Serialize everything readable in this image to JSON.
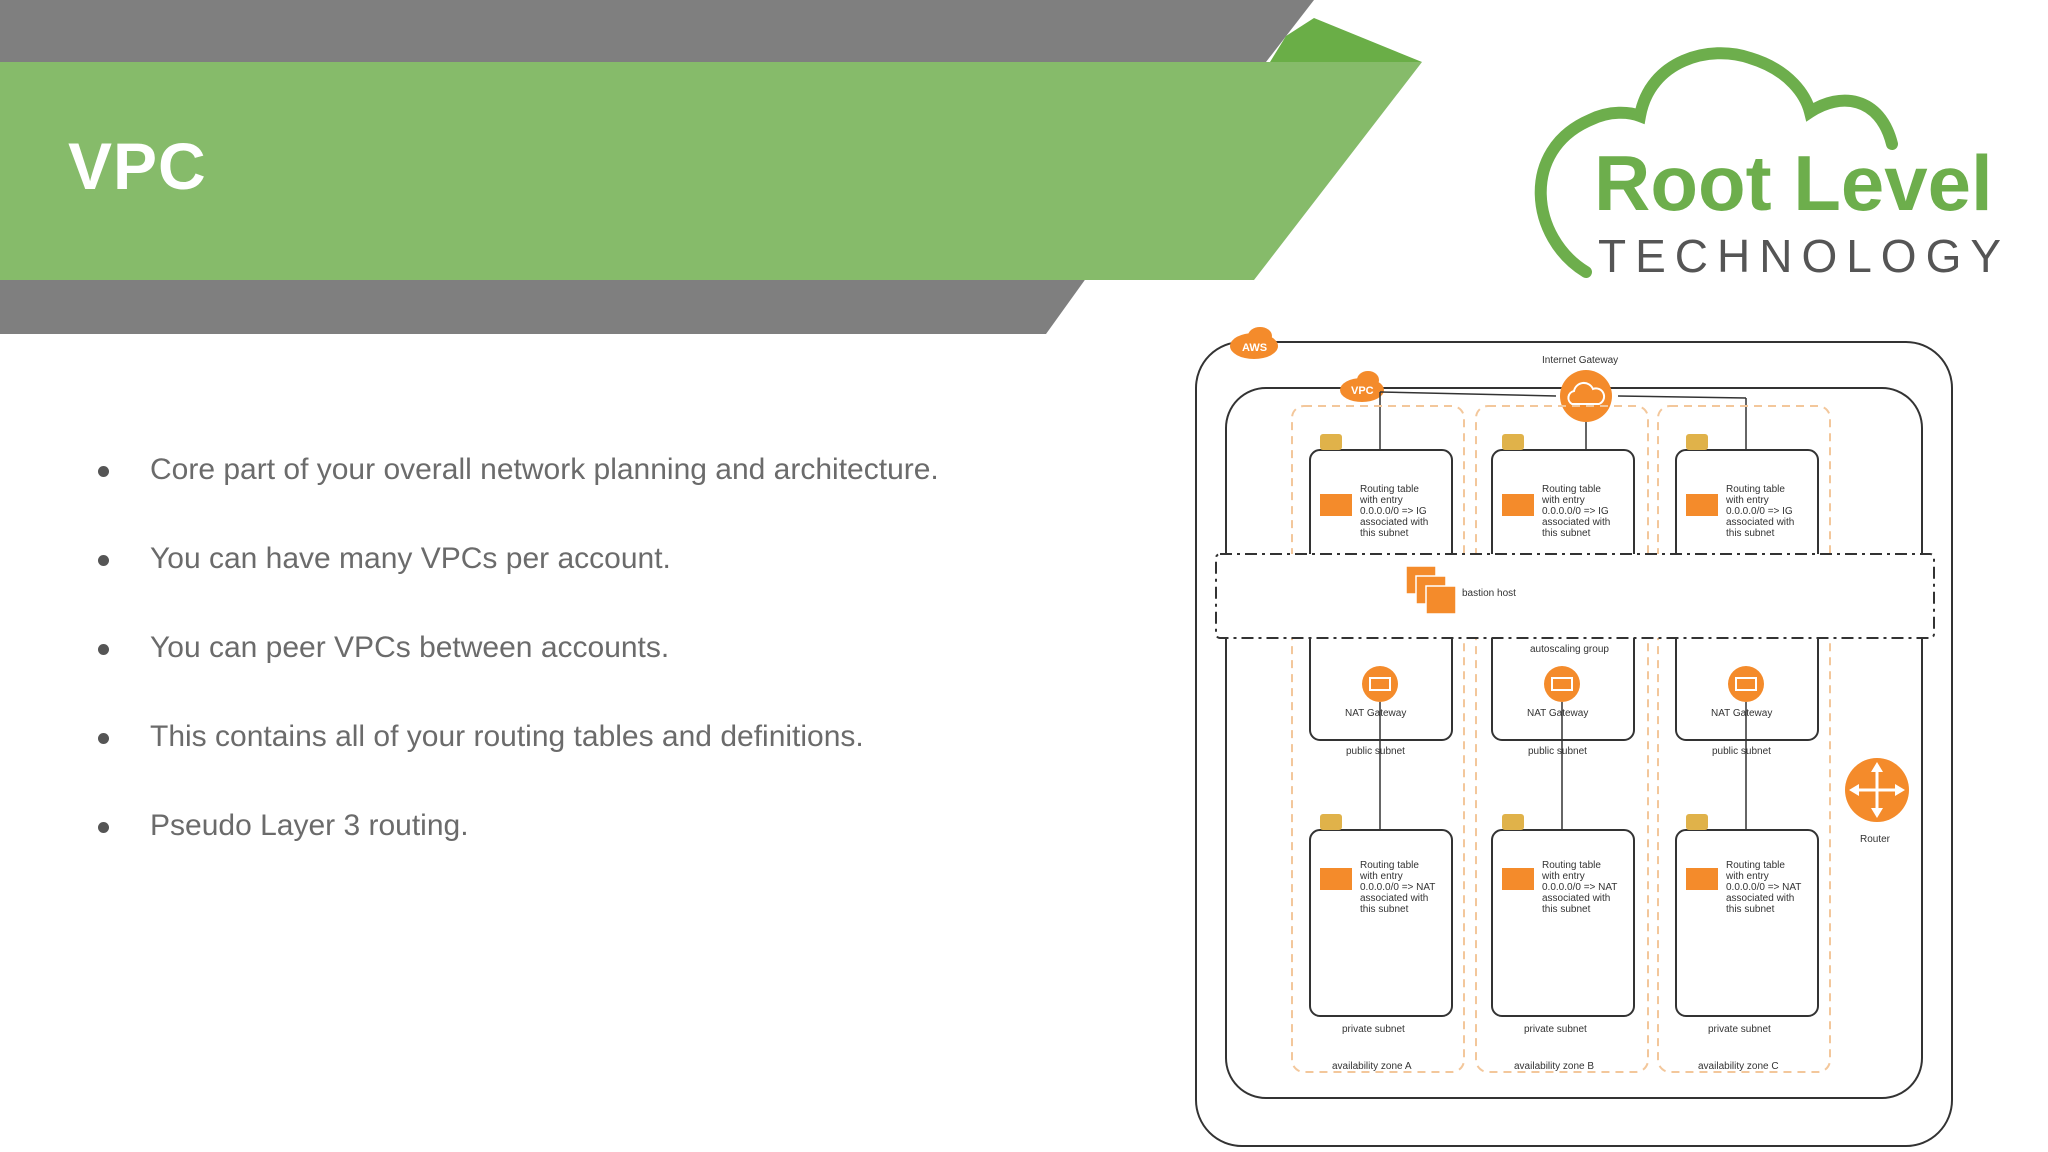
{
  "slide": {
    "title": "VPC",
    "bullets": [
      "Core part of your overall network planning and architecture.",
      "You can have many VPCs per account.",
      "You can peer VPCs between accounts.",
      "This contains all of your routing tables and definitions.",
      "Pseudo Layer 3 routing."
    ]
  },
  "logo": {
    "name": "Root Level",
    "tagline": "TECHNOLOGY"
  },
  "colors": {
    "banner_green": "#86bb6a",
    "banner_gray": "#7f7f7f",
    "logo_green": "#6dae4c",
    "aws_orange": "#f48b2b",
    "diagram_line": "#333333",
    "zone_dash": "#f3c79b"
  },
  "diagram": {
    "aws_badge": "AWS",
    "vpc_badge": "VPC",
    "internet_gateway": "Internet Gateway",
    "bastion": "bastion host",
    "autoscaling": "autoscaling group",
    "router": "Router",
    "zones": [
      {
        "name": "availability zone A",
        "public_routing": [
          "Routing table",
          "with entry",
          "0.0.0.0/0 => IG",
          "associated with",
          "this subnet"
        ],
        "nat": "NAT Gateway",
        "public_subnet": "public subnet",
        "private_routing": [
          "Routing table",
          "with entry",
          "0.0.0.0/0 => NAT",
          "associated with",
          "this subnet"
        ],
        "private_subnet": "private subnet"
      },
      {
        "name": "availability zone B",
        "public_routing": [
          "Routing table",
          "with entry",
          "0.0.0.0/0 => IG",
          "associated with",
          "this subnet"
        ],
        "nat": "NAT Gateway",
        "public_subnet": "public subnet",
        "private_routing": [
          "Routing table",
          "with entry",
          "0.0.0.0/0 => NAT",
          "associated with",
          "this subnet"
        ],
        "private_subnet": "private subnet"
      },
      {
        "name": "availability zone C",
        "public_routing": [
          "Routing table",
          "with entry",
          "0.0.0.0/0 => IG",
          "associated with",
          "this subnet"
        ],
        "nat": "NAT Gateway",
        "public_subnet": "public subnet",
        "private_routing": [
          "Routing table",
          "with entry",
          "0.0.0.0/0 => NAT",
          "associated with",
          "this subnet"
        ],
        "private_subnet": "private subnet"
      }
    ]
  }
}
